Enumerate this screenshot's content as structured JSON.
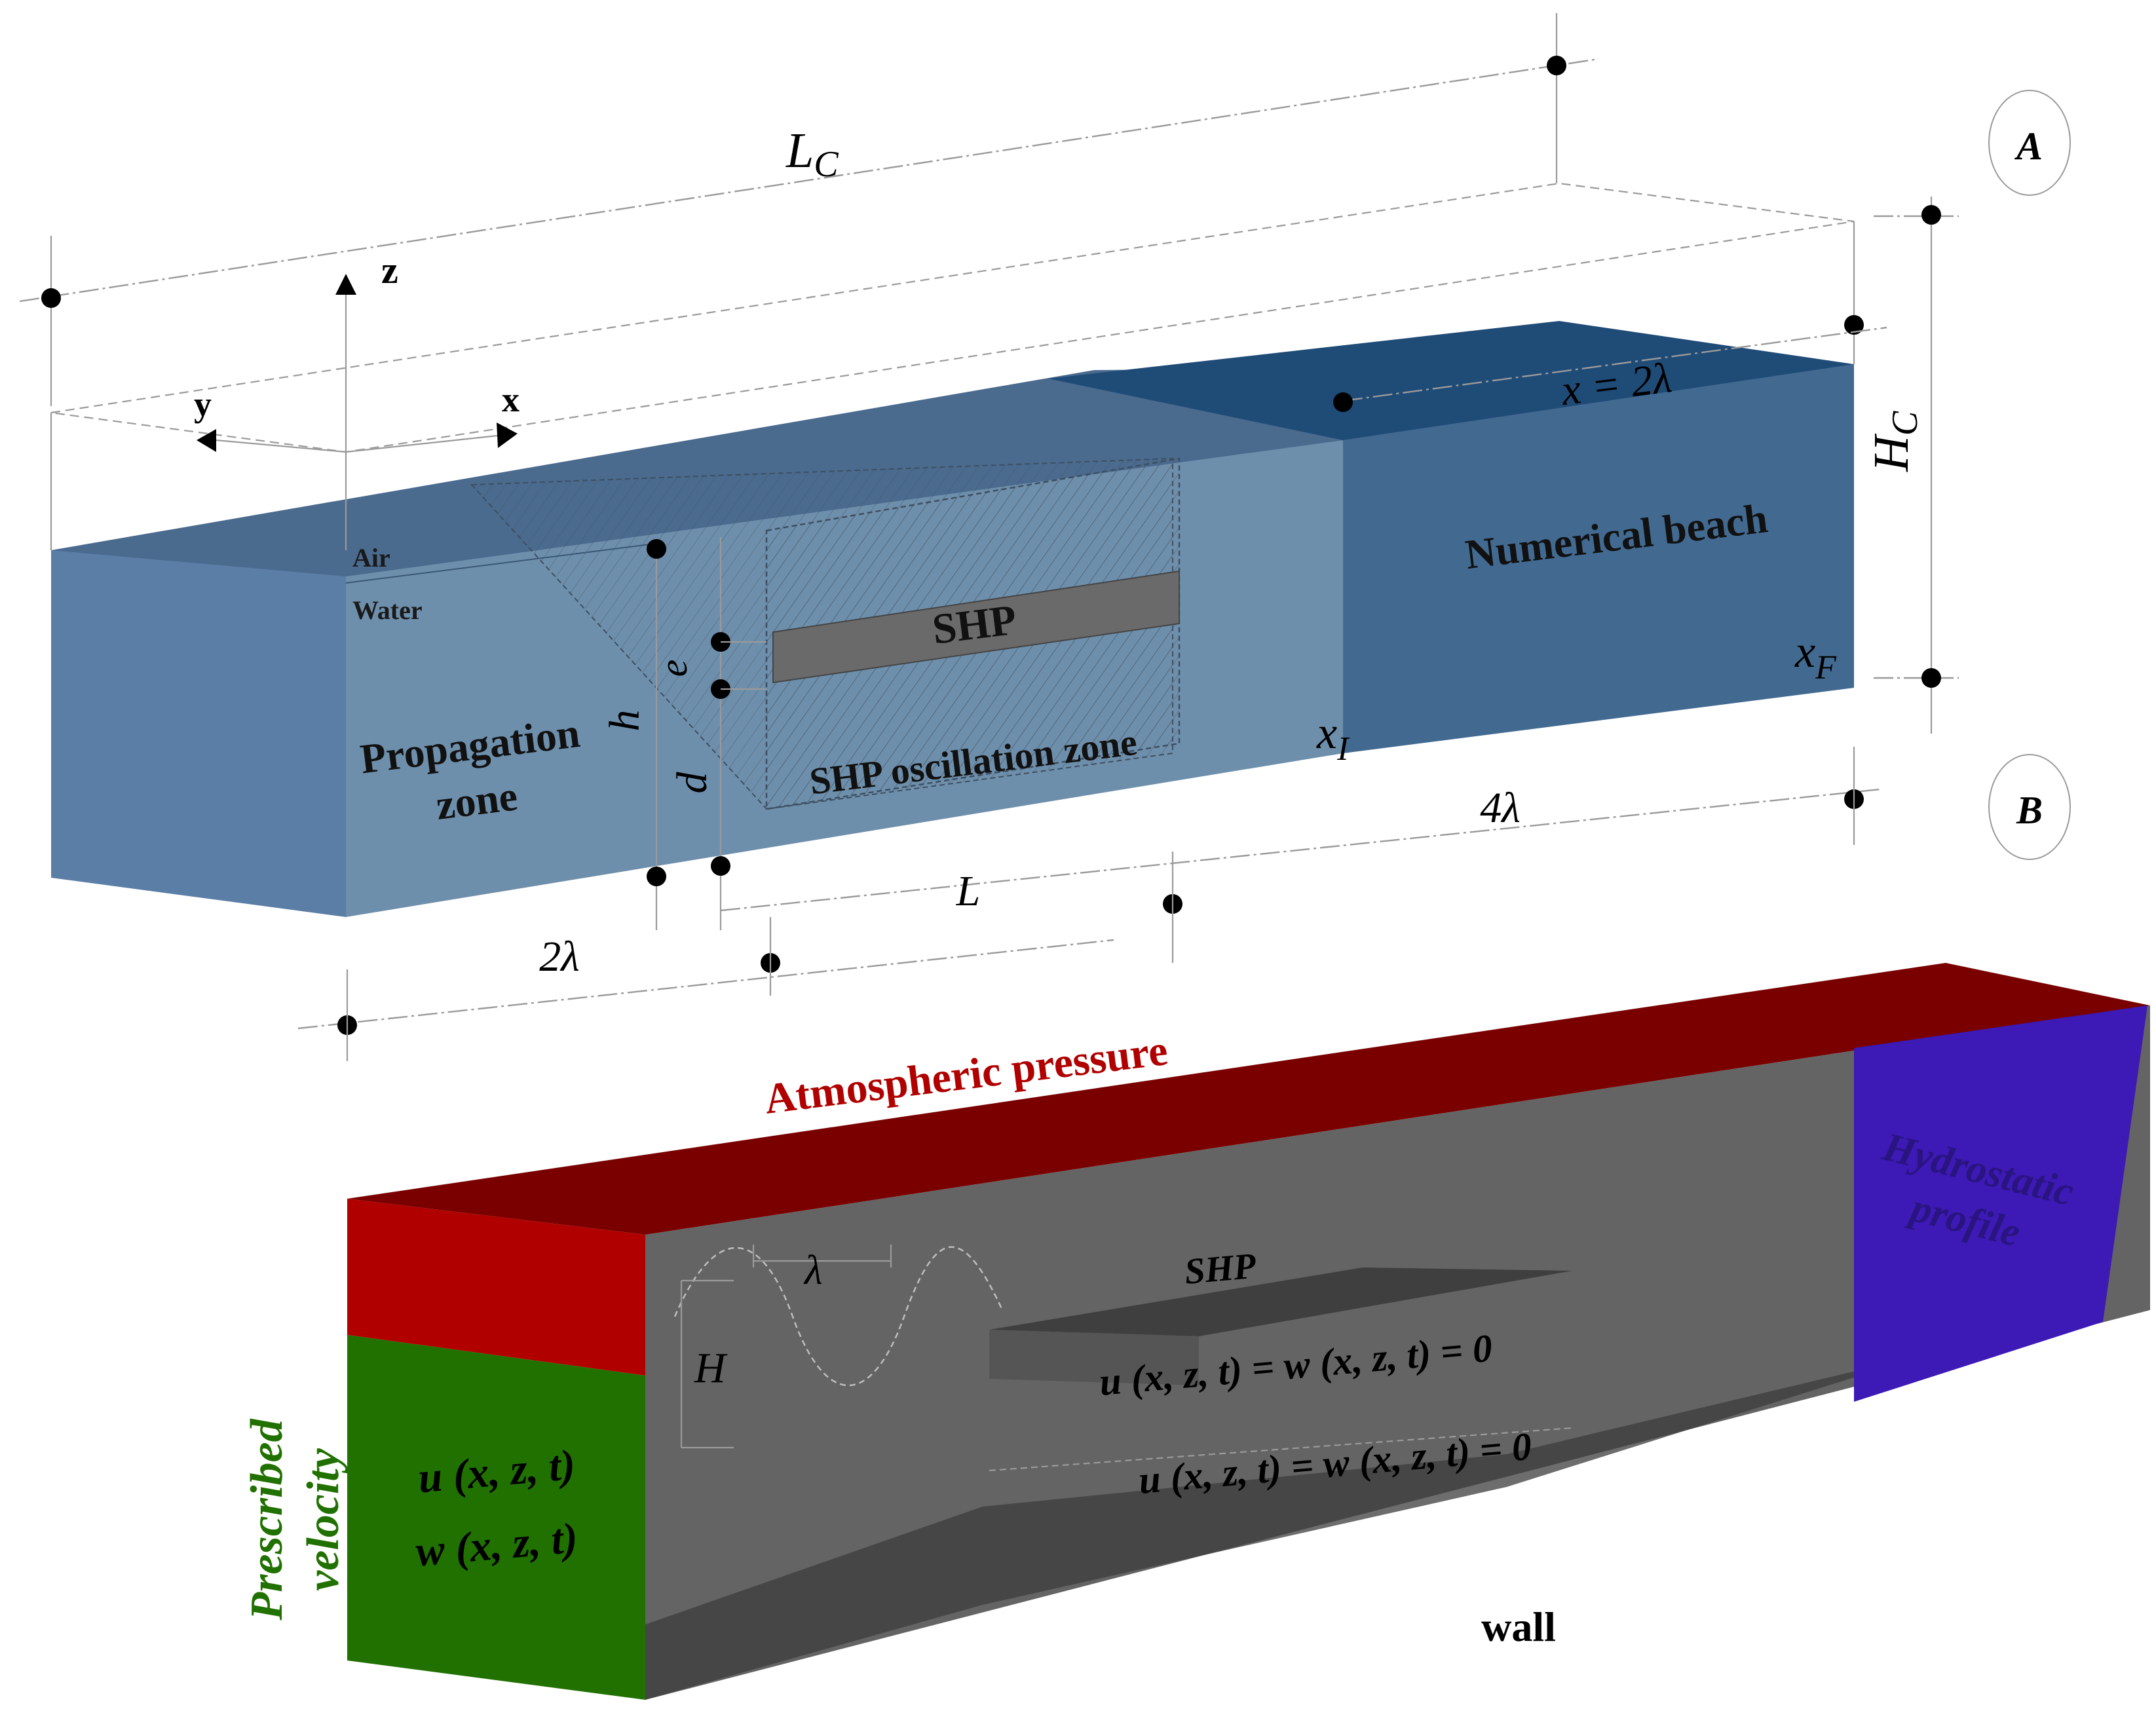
{
  "colors": {
    "water_front": "#5a7ea6",
    "water_side": "#6e8fab",
    "water_top": "#4a6a8e",
    "beach_front": "#426a91",
    "beach_top": "#1f4b77",
    "air_red_top": "#7a0000",
    "air_red_front": "#b00000",
    "green_inlet": "#217100",
    "domain_grey": "#646464",
    "hydrostatic": "#3d19b5",
    "label_red": "#b00000",
    "label_green": "#217100"
  },
  "top_diagram": {
    "icons": {
      "arrow": "arrowhead-icon",
      "marker": "dimension-dot-icon"
    },
    "dimension_labels": {
      "Lc_main": "L",
      "Lc_sub": "C",
      "Hc_main": "H",
      "Hc_sub": "C",
      "h": "h",
      "d": "d",
      "e": "e",
      "L": "L",
      "two_lambda": "2λ",
      "four_lambda": "4λ",
      "x_eq": "x = 2λ",
      "xI_main": "x",
      "xI_sub": "I",
      "xF_main": "x",
      "xF_sub": "F"
    },
    "axes": {
      "z": "z",
      "y": "y",
      "x": "x"
    },
    "zone_labels": {
      "air": "Air",
      "water": "Water",
      "propagation_line1": "Propagation",
      "propagation_line2": "zone",
      "shp": "SHP",
      "shp_zone": "SHP oscillation zone",
      "numerical_beach": "Numerical beach"
    },
    "circle_labels": {
      "a": "A",
      "b": "B"
    }
  },
  "bottom_diagram": {
    "atmospheric_pressure": "Atmospheric pressure",
    "prescribed_line1": "Prescribed",
    "prescribed_line2": "velocity",
    "inlet_u": "u (x, z, t)",
    "inlet_w": "w (x, z, t)",
    "lambda": "λ",
    "H": "H",
    "shp": "SHP",
    "bc_shp": "u  (x, z, t)  = w  (x, z, t)  = 0",
    "bc_floor": "u  (x, z, t) = w (x, z, t) = 0",
    "hydro_line1": "Hydrostatic",
    "hydro_line2": "profile",
    "wall": "wall"
  }
}
